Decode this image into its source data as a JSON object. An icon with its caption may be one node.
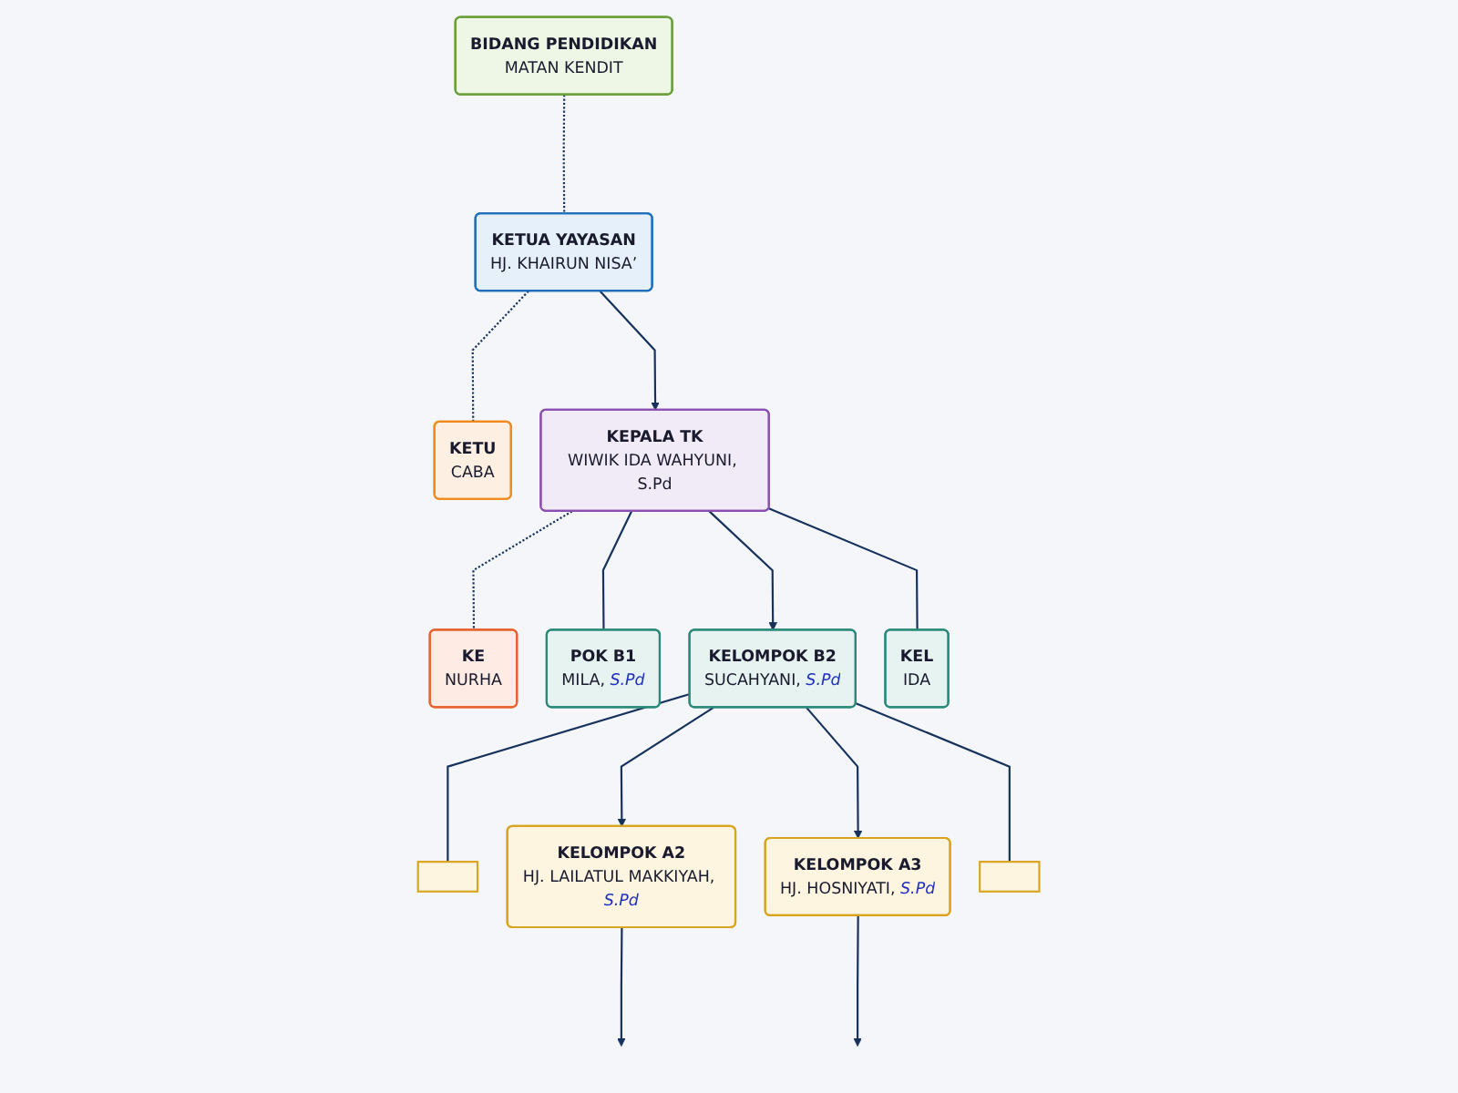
{
  "diagram": {
    "nodes": [
      {
        "text": [
          "BIDANG PENDIDIKAN",
          "MATAN KENDIT"
        ]
      },
      {
        "text": [
          "KETUA YAYASAN",
          "HJ. KHAIRUN NISA’"
        ]
      },
      {
        "text": [
          "KETU",
          "CABA"
        ]
      },
      {
        "text": [
          "KEPALA TK",
          "WIWIK IDA WAHYUNI, S.Pd"
        ]
      },
      {
        "text": [
          "KE",
          "NURHA"
        ]
      },
      {
        "text": [
          "POK B1",
          "MILA, *S.Pd*"
        ]
      },
      {
        "text": [
          "KELOMPOK B2",
          "SUCAHYANI, *S.Pd*"
        ]
      },
      {
        "text": [
          "KEL",
          "IDA"
        ]
      },
      {
        "text": [],
        "shape": "box"
      },
      {
        "text": [
          "KELOMPOK A2",
          "HJ. LAILATUL MAKKIYAH, *S.Pd*"
        ]
      },
      {
        "text": [
          "KELOMPOK A3",
          "HJ. HOSNIYATI, *S.Pd*"
        ]
      },
      {
        "text": [],
        "shape": "box"
      }
    ],
    "edges": [
      {
        "from": 0,
        "to": 1,
        "arrow": "none",
        "style": "dashed"
      },
      {
        "from": 1,
        "to": 2,
        "arrow": "none",
        "style": "dashed"
      },
      {
        "from": 1,
        "to": 3,
        "arrow": "to"
      },
      {
        "from": 3,
        "to": 4,
        "arrow": "none",
        "style": "dashed"
      },
      {
        "from": 3,
        "to": 5,
        "arrow": "none"
      },
      {
        "from": 3,
        "to": 6,
        "arrow": "to"
      },
      {
        "from": 3,
        "to": 7,
        "arrow": "none"
      },
      {
        "from": 6,
        "to": 8,
        "arrow": "none"
      },
      {
        "from": 6,
        "to": 9,
        "arrow": "to"
      },
      {
        "from": 6,
        "to": 10,
        "arrow": "to"
      },
      {
        "from": 6,
        "to": 11,
        "arrow": "none"
      },
      {
        "from": 9,
        "to": null,
        "arrow": "to"
      },
      {
        "from": 10,
        "to": null,
        "arrow": "to"
      }
    ]
  }
}
